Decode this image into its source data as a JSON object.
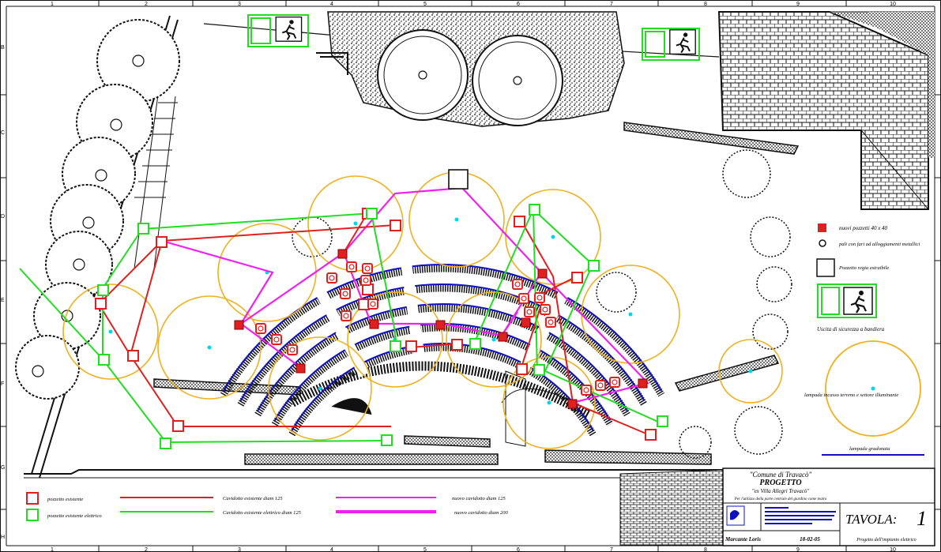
{
  "colors": {
    "red": "#e02020",
    "green": "#22dd22",
    "magenta": "#ee22ee",
    "orange": "#f0b020",
    "blue": "#1010c0",
    "cyan": "#00d8e8",
    "black": "#111111"
  },
  "grid": {
    "top_numbers": [
      "1",
      "2",
      "3",
      "4",
      "5",
      "6",
      "7",
      "8",
      "9",
      "10"
    ],
    "bottom_numbers": [
      "1",
      "2",
      "3",
      "4",
      "5",
      "6",
      "7",
      "8",
      "9",
      "10"
    ],
    "left_letters": [
      "B",
      "C",
      "D",
      "E",
      "F",
      "G",
      "H"
    ]
  },
  "legend_right": {
    "new_manhole": "nuovi pozzetti 40 x 40",
    "lamp_posts": "pali con fari ad alloggiamenti metallici",
    "retractable_box": "Pozzetto regia estraibile",
    "emergency_exit": "Uscita di sicurezza a bandiera",
    "ground_lamp": "lampada incasso terreno e settore illuminante",
    "step_lamp": "lampada gradonata"
  },
  "legend_bottom": {
    "existing_box": "pozzetto esistente",
    "existing_electric_box": "pozzetto esistente elettrico",
    "existing_duct": "Cavidotto esistente diam 125",
    "existing_electric_duct": "Cavidotto esistente  elettrico diam 125",
    "new_duct_125": "nuovo cavidotto diam 125",
    "new_duct_200": "nuovo cavidotto diam 200"
  },
  "title_block": {
    "municipality": "\"Comune di Travacò\"",
    "project": "PROGETTO",
    "subject": "\"ex Villa Allegri Travacò\"",
    "description": "Per l'utilizzo della parte centrale del giardino come teatro",
    "designer": "Marcante Loris",
    "date": "18-02-05",
    "sheet_label": "TAVOLA:",
    "sheet_number": "1",
    "sheet_title": "Progetto dell'impianto elettrico"
  }
}
